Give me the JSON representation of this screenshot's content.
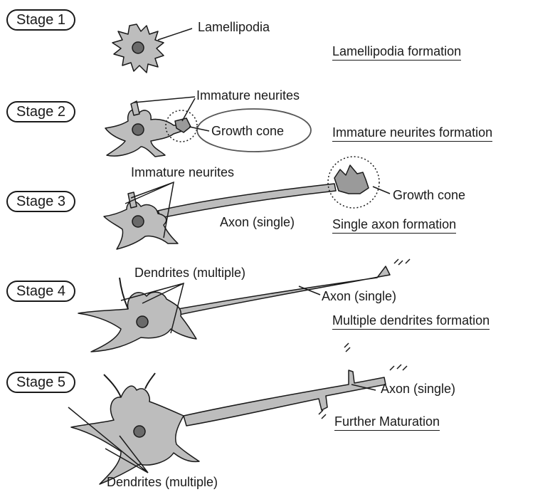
{
  "stages": [
    {
      "pill": "Stage 1",
      "title": "Lamellipodia formation",
      "labels": [
        "Lamellipodia"
      ]
    },
    {
      "pill": "Stage 2",
      "title": "Immature neurites formation",
      "labels": [
        "Immature neurites",
        "Growth cone"
      ]
    },
    {
      "pill": "Stage 3",
      "title": "Single axon formation",
      "labels": [
        "Immature neurites",
        "Growth cone",
        "Axon (single)"
      ]
    },
    {
      "pill": "Stage 4",
      "title": "Multiple dendrites formation",
      "labels": [
        "Dendrites (multiple)",
        "Axon (single)"
      ]
    },
    {
      "pill": "Stage 5",
      "title": "Further Maturation",
      "labels": [
        "Axon (single)",
        "Dendrites (multiple)"
      ]
    }
  ],
  "colors": {
    "cell_fill": "#b9b9b9",
    "nucleus": "#6a6a6a",
    "ink": "#1a1a1a"
  }
}
